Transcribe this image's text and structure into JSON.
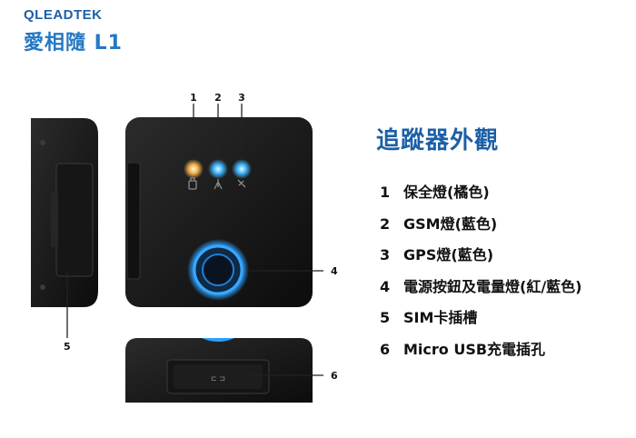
{
  "brand": {
    "logo_text": "QLEADTEK",
    "product_name": "愛相隨 L1"
  },
  "heading": "追蹤器外觀",
  "callout_numbers": [
    "1",
    "2",
    "3",
    "4",
    "5",
    "6"
  ],
  "legend": [
    {
      "num": "1",
      "text": "保全燈(橘色)"
    },
    {
      "num": "2",
      "text": "GSM燈(藍色)"
    },
    {
      "num": "3",
      "text": "GPS燈(藍色)"
    },
    {
      "num": "4",
      "text": "電源按鈕及電量燈(紅/藍色)"
    },
    {
      "num": "5",
      "text": "SIM卡插槽"
    },
    {
      "num": "6",
      "text": "Micro USB充電插孔"
    }
  ],
  "colors": {
    "brand_blue": "#1b5fa6",
    "led_orange": "#f0a030",
    "led_blue": "#3fb6ff",
    "device_body": "#1a1a1a"
  }
}
